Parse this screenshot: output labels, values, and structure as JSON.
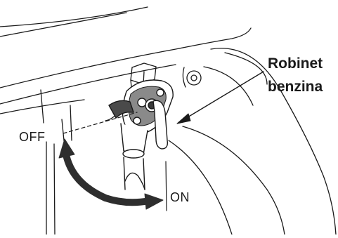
{
  "labels": {
    "off": "OFF",
    "on": "ON",
    "callout_line1": "Robinet",
    "callout_line2": "benzina"
  },
  "colors": {
    "ink": "#1a1a1a",
    "arrow": "#2e2e2e",
    "background": "#ffffff"
  }
}
